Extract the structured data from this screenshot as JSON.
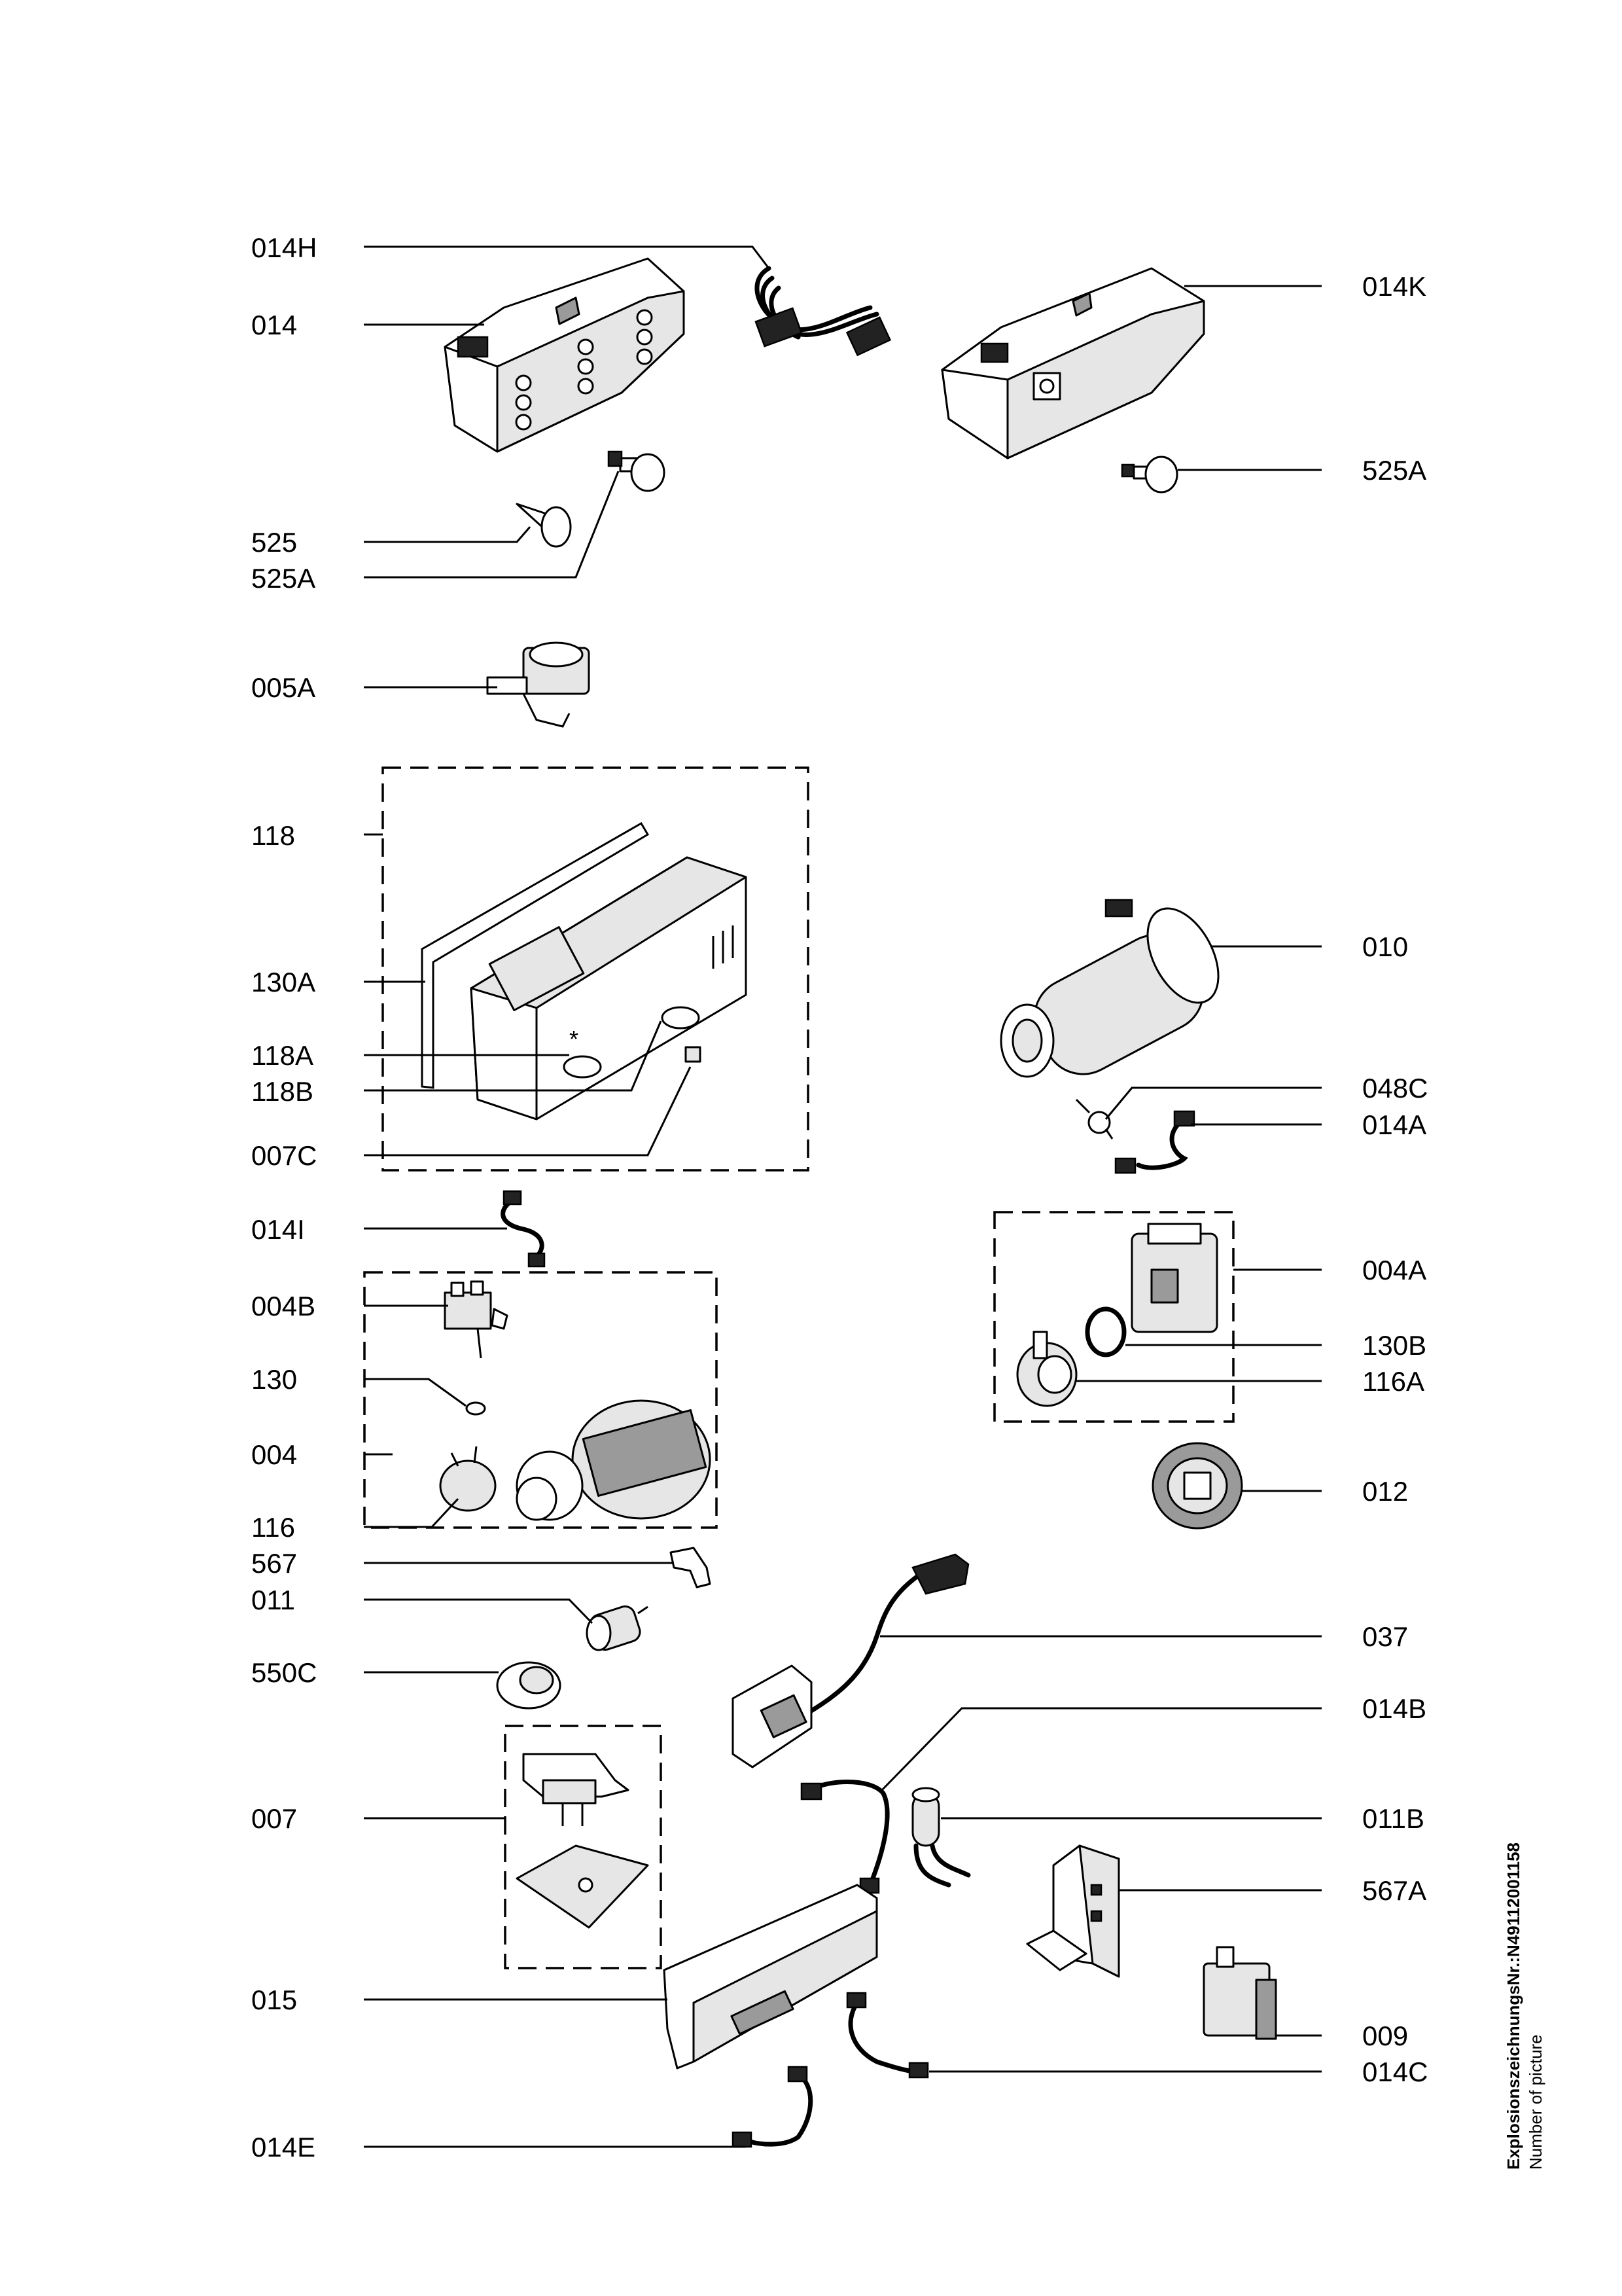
{
  "labels": {
    "l_014H": "014H",
    "l_014": "014",
    "l_525": "525",
    "l_525A_left": "525A",
    "l_005A": "005A",
    "l_118": "118",
    "l_130A": "130A",
    "l_118A": "118A",
    "l_118B": "118B",
    "l_007C": "007C",
    "l_014I": "014I",
    "l_004B": "004B",
    "l_130": "130",
    "l_004": "004",
    "l_116": "116",
    "l_567": "567",
    "l_011": "011",
    "l_550C": "550C",
    "l_007": "007",
    "l_015": "015",
    "l_014E": "014E",
    "l_014K": "014K",
    "l_525A_right": "525A",
    "l_010": "010",
    "l_048C": "048C",
    "l_014A": "014A",
    "l_004A": "004A",
    "l_130B": "130B",
    "l_116A": "116A",
    "l_012": "012",
    "l_037": "037",
    "l_014B": "014B",
    "l_011B": "011B",
    "l_567A": "567A",
    "l_009": "009",
    "l_014C": "014C"
  },
  "footer": {
    "drawing_number": "ExplosionszeichnungsNr.:N49112001158",
    "caption": "Number of picture"
  },
  "icons": [
    "control-module-part",
    "wiring-harness-part",
    "knob-part",
    "solenoid-valve-part",
    "detergent-dispenser-part",
    "heater-part",
    "pump-part",
    "pressure-switch-part",
    "mains-cable-part",
    "capacitor-part",
    "bracket-part",
    "relay-part"
  ]
}
